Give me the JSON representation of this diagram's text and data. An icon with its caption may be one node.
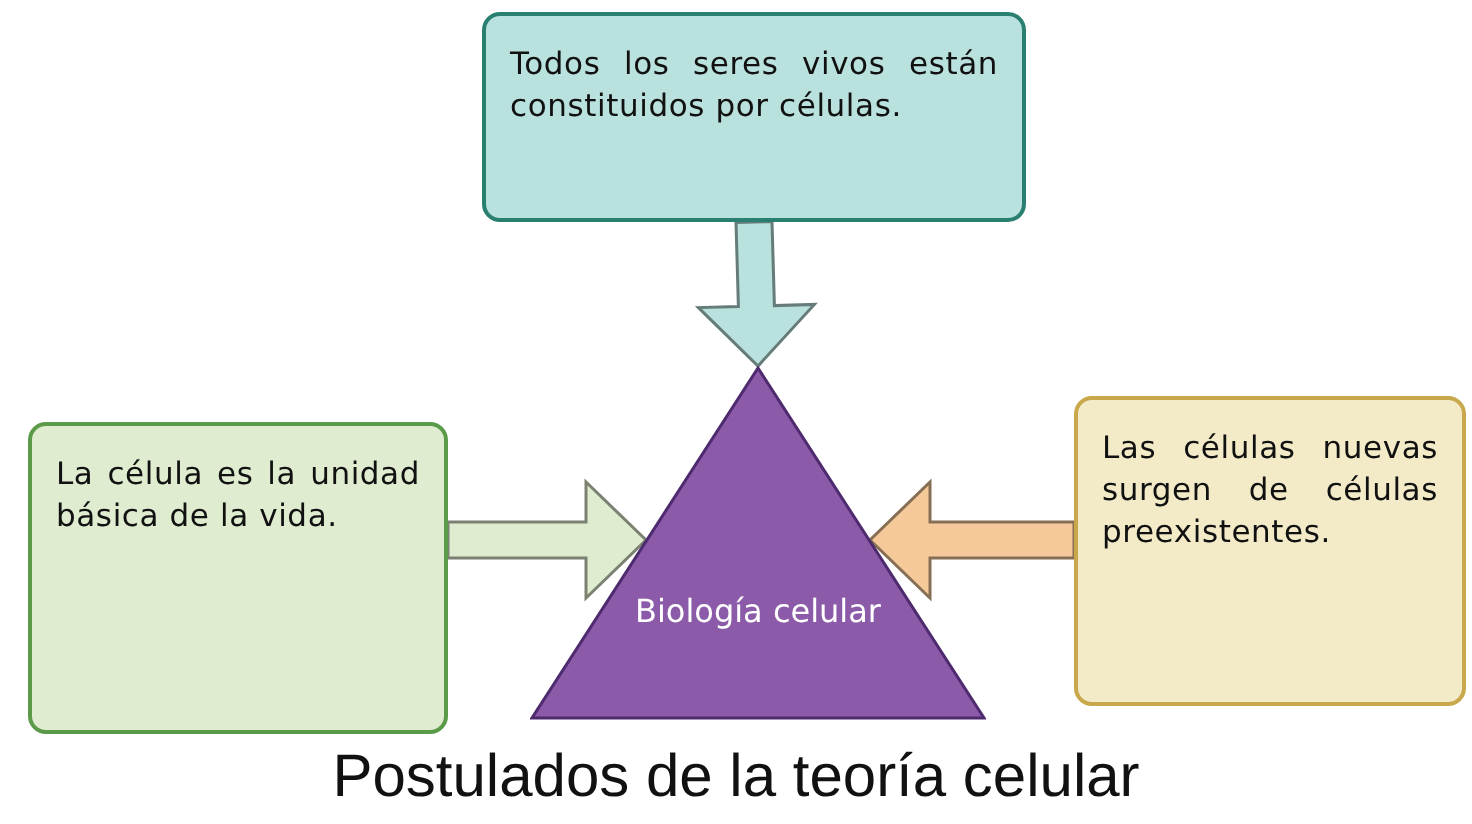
{
  "diagram": {
    "title": "Postulados de la teoría celular",
    "nodes": [
      {
        "text": [
          "Todos los seres vivos están constituidos por células."
        ]
      },
      {
        "text": [
          "La célula es la unidad básica de la vida."
        ]
      },
      {
        "text": [
          "Biología celular"
        ]
      },
      {
        "text": [
          "Las células nuevas surgen de células preexistentes."
        ]
      }
    ],
    "edges": [
      {
        "from": 0,
        "to": 2,
        "arrow": "to",
        "color": "#b9e1dd"
      },
      {
        "from": 1,
        "to": 2,
        "arrow": "to",
        "color": "#dfeccf"
      },
      {
        "from": 3,
        "to": 2,
        "arrow": "to",
        "color": "#f6c99a"
      }
    ]
  }
}
